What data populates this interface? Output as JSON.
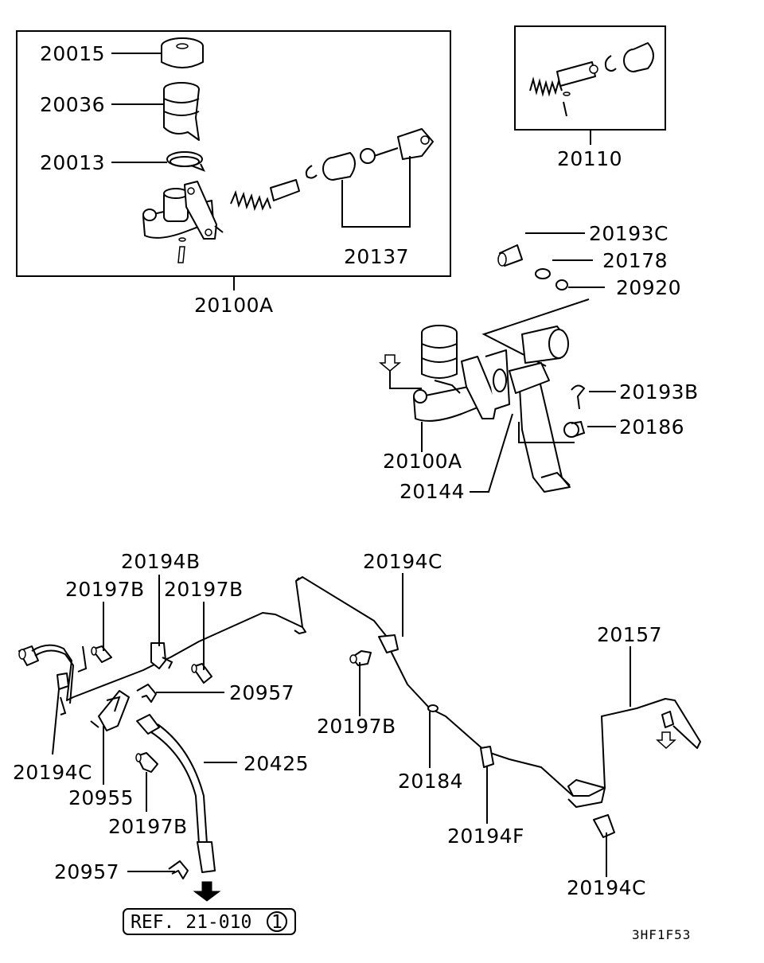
{
  "labels": {
    "p20015": "20015",
    "p20036": "20036",
    "p20013": "20013",
    "p20137": "20137",
    "p20100A_box": "20100A",
    "p20110": "20110",
    "p20193C": "20193C",
    "p20178": "20178",
    "p20920": "20920",
    "p20193B": "20193B",
    "p20186": "20186",
    "p20100A": "20100A",
    "p20144": "20144",
    "p20194B": "20194B",
    "p20197B_a": "20197B",
    "p20197B_b": "20197B",
    "p20194C_top": "20194C",
    "p20157": "20157",
    "p20957_top": "20957",
    "p20197B_c": "20197B",
    "p20194C_left": "20194C",
    "p20425": "20425",
    "p20955": "20955",
    "p20184": "20184",
    "p20197B_d": "20197B",
    "p20194F": "20194F",
    "p20957_bottom": "20957",
    "p20194C_bottom": "20194C"
  },
  "reference": {
    "text": "REF. 21-010",
    "circled": "1"
  },
  "diagram_code": "3HF1F53"
}
